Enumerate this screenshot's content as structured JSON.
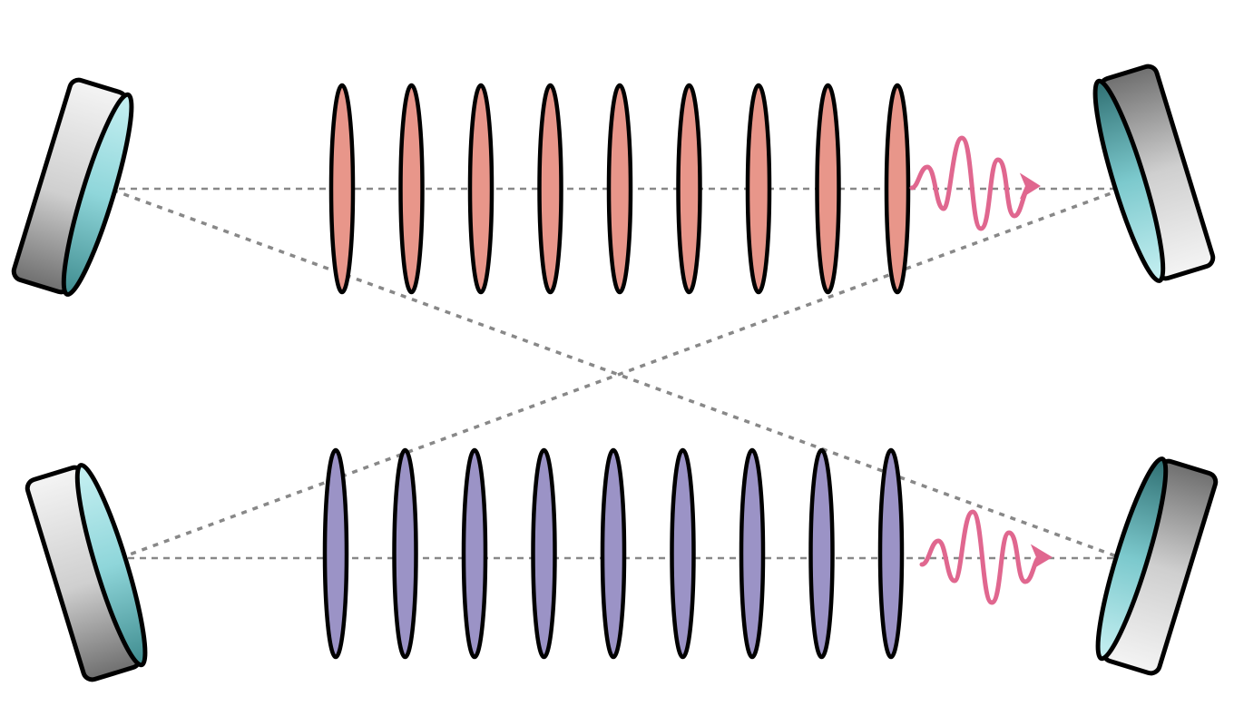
{
  "colors": {
    "background": "#ffffff",
    "beam": "#888888",
    "mirror_body_light": "#f2f2f2",
    "mirror_body_dark": "#6f6f6f",
    "mirror_face_light": "#a8e4e8",
    "mirror_face_dark": "#2f6f72",
    "upper_lens_fill": "#e8968a",
    "lower_lens_fill": "#9b93c6",
    "photon": "#e0678f"
  },
  "upper_array": {
    "lens_count": 9,
    "name": "upper-lens-array"
  },
  "lower_array": {
    "lens_count": 9,
    "name": "lower-lens-array"
  },
  "icons": {
    "mirror": "mirror-icon",
    "lens": "lens-icon",
    "photon": "photon-wave-icon"
  }
}
